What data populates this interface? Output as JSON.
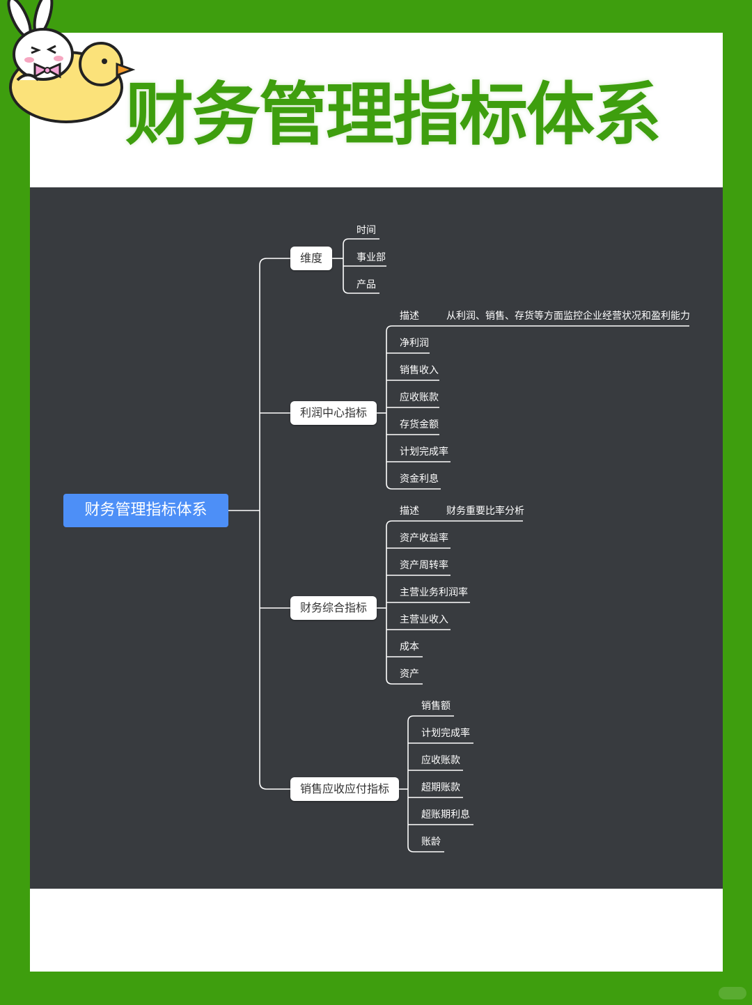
{
  "title": "财务管理指标体系",
  "mindmap": {
    "root": "财务管理指标体系",
    "branches": [
      {
        "label": "维度",
        "children": [
          "时间",
          "事业部",
          "产品"
        ]
      },
      {
        "label": "利润中心指标",
        "description_label": "描述",
        "description": "从利润、销售、存货等方面监控企业经营状况和盈利能力",
        "children": [
          "净利润",
          "销售收入",
          "应收账款",
          "存货金额",
          "计划完成率",
          "资金利息"
        ]
      },
      {
        "label": "财务综合指标",
        "description_label": "描述",
        "description": "财务重要比率分析",
        "children": [
          "资产收益率",
          "资产周转率",
          "主营业务利润率",
          "主营业收入",
          "成本",
          "资产"
        ]
      },
      {
        "label": "销售应收应付指标",
        "children": [
          "销售额",
          "计划完成率",
          "应收账款",
          "超期账款",
          "超账期利息",
          "账龄"
        ]
      }
    ]
  },
  "colors": {
    "frame_green": "#3e9e0e",
    "title_green": "#3e9e0e",
    "mindmap_bg": "#383b3f",
    "root_blue": "#4d8ff7",
    "line": "#ffffff"
  },
  "icons": {
    "mascot": "bunny-on-duck-icon"
  }
}
